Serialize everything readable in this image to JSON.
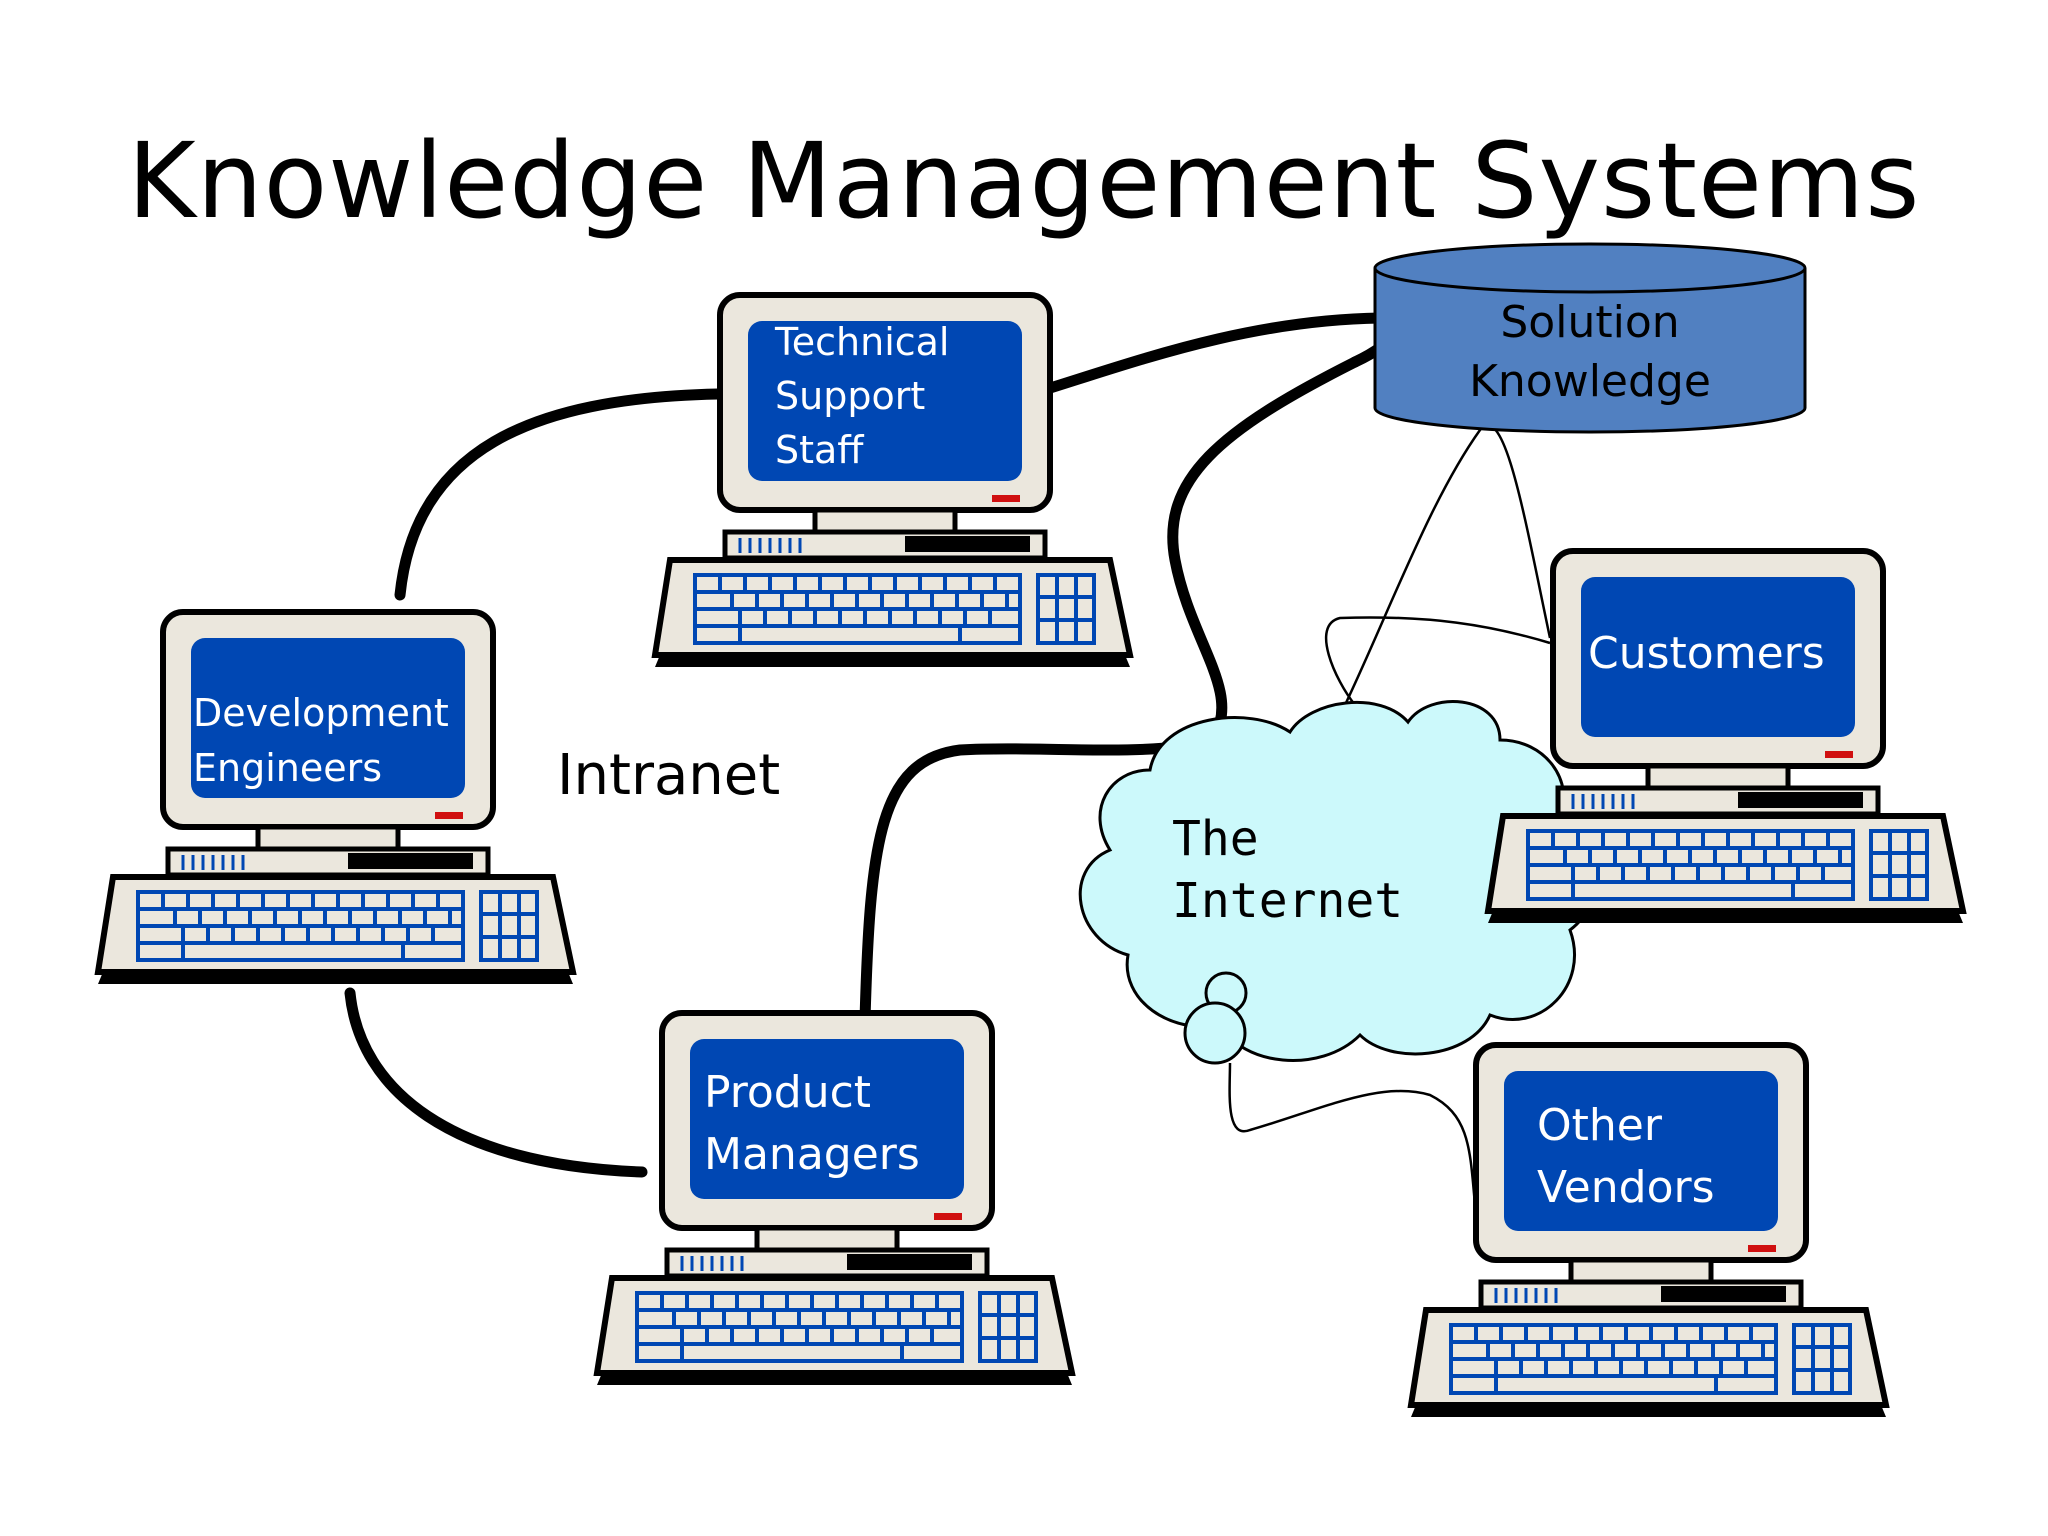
{
  "title": "Knowledge Management Systems",
  "database": {
    "line1": "Solution",
    "line2": "Knowledge"
  },
  "network_labels": {
    "intranet": "Intranet",
    "internet_line1": "The",
    "internet_line2": "Internet"
  },
  "computers": [
    {
      "id": "technical-support",
      "lines": [
        "Technical",
        "Support",
        "Staff"
      ]
    },
    {
      "id": "development-engineers",
      "lines": [
        "Development",
        "Engineers"
      ]
    },
    {
      "id": "product-managers",
      "lines": [
        "Product",
        "Managers"
      ]
    },
    {
      "id": "customers",
      "lines": [
        "Customers"
      ]
    },
    {
      "id": "other-vendors",
      "lines": [
        "Other",
        "Vendors"
      ]
    }
  ],
  "colors": {
    "screen": "#0047b3",
    "monitor": "#ebe7dd",
    "database": "#5180c1",
    "cloud": "#ccf9fb",
    "keys": "#0047b3"
  }
}
